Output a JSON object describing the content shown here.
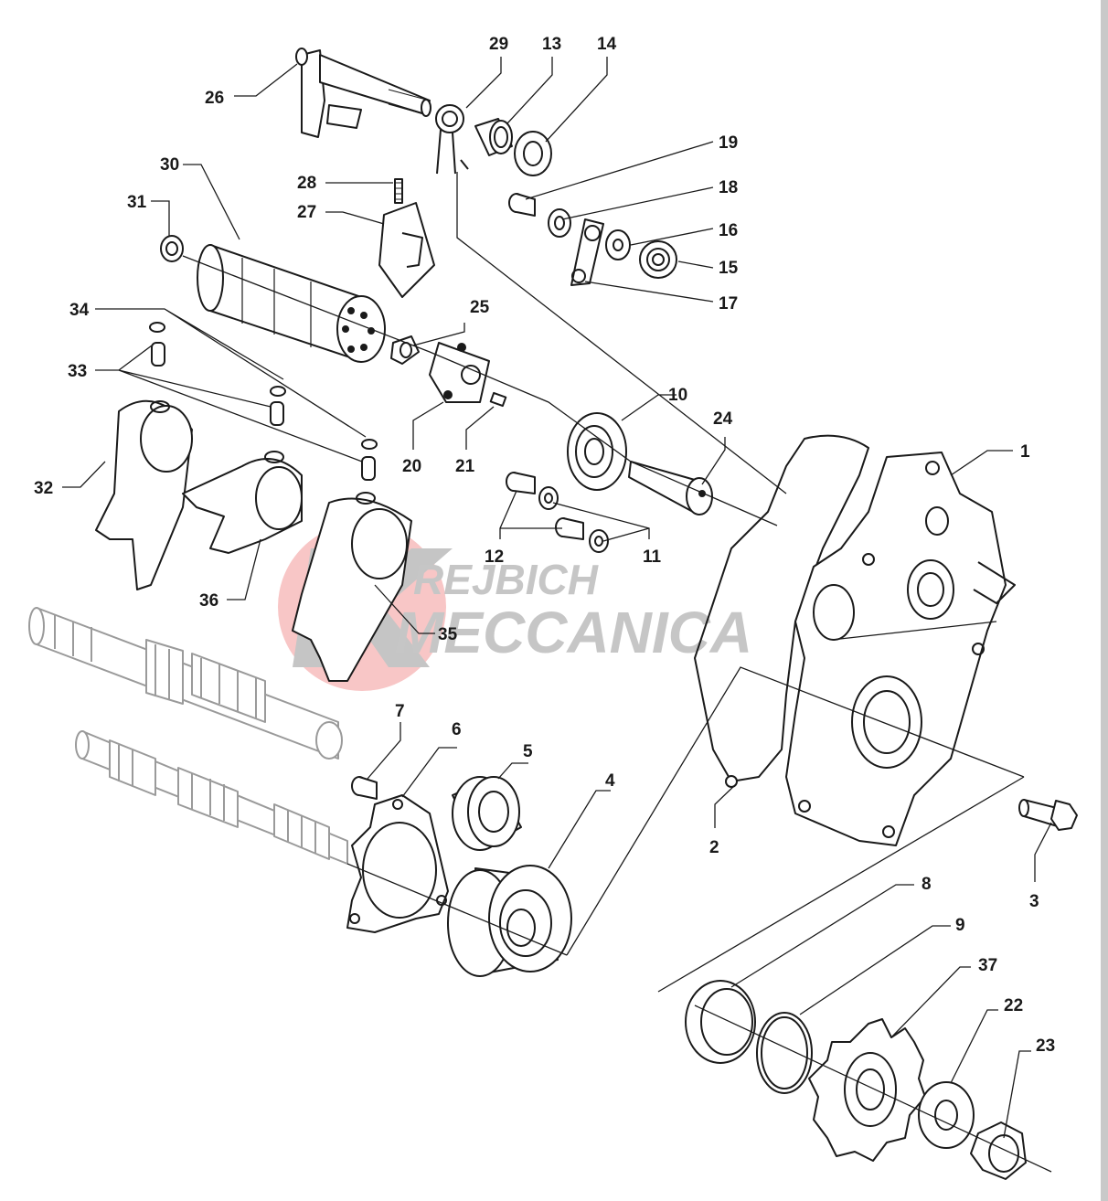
{
  "watermark": {
    "line1": "REJBICH",
    "line2": "MECCANICA",
    "red": "#e02020",
    "grey": "#9a9a9a"
  },
  "labels": {
    "p1": "1",
    "p2": "2",
    "p3": "3",
    "p4": "4",
    "p5": "5",
    "p6": "6",
    "p7": "7",
    "p8": "8",
    "p9": "9",
    "p10": "10",
    "p11": "11",
    "p12": "12",
    "p13": "13",
    "p14": "14",
    "p15": "15",
    "p16": "16",
    "p17": "17",
    "p18": "18",
    "p19": "19",
    "p20": "20",
    "p21": "21",
    "p22": "22",
    "p23": "23",
    "p24": "24",
    "p25": "25",
    "p26": "26",
    "p27": "27",
    "p28": "28",
    "p29": "29",
    "p30": "30",
    "p31": "31",
    "p32": "32",
    "p33": "33",
    "p34": "34",
    "p35": "35",
    "p36": "36",
    "p37": "37"
  }
}
